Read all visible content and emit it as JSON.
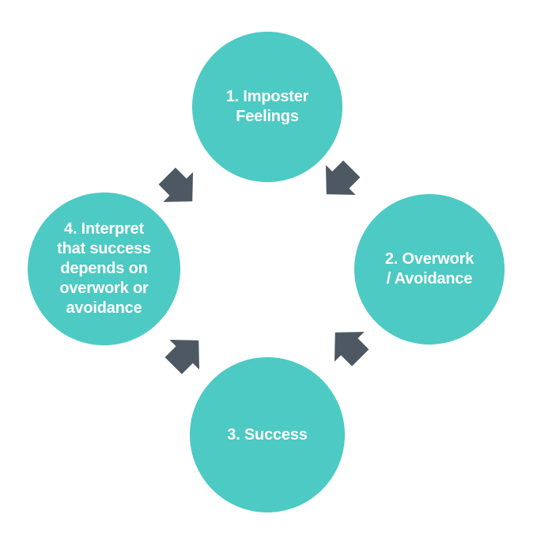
{
  "diagram": {
    "colors": {
      "node_fill": "#4ccac3",
      "node_text": "#ffffff",
      "arrow_fill": "#4d5862",
      "background": "#ffffff"
    },
    "nodes": [
      {
        "label": "1. Imposter\nFeelings"
      },
      {
        "label": "2. Overwork\n/ Avoidance"
      },
      {
        "label": "3. Success"
      },
      {
        "label": "4. Interpret\nthat success\ndepends on\noverwork or\navoidance"
      }
    ],
    "arrows": [
      {
        "icon": "arrow-down-right-icon"
      },
      {
        "icon": "arrow-down-left-icon"
      },
      {
        "icon": "arrow-up-left-icon"
      },
      {
        "icon": "arrow-up-right-icon"
      }
    ]
  }
}
